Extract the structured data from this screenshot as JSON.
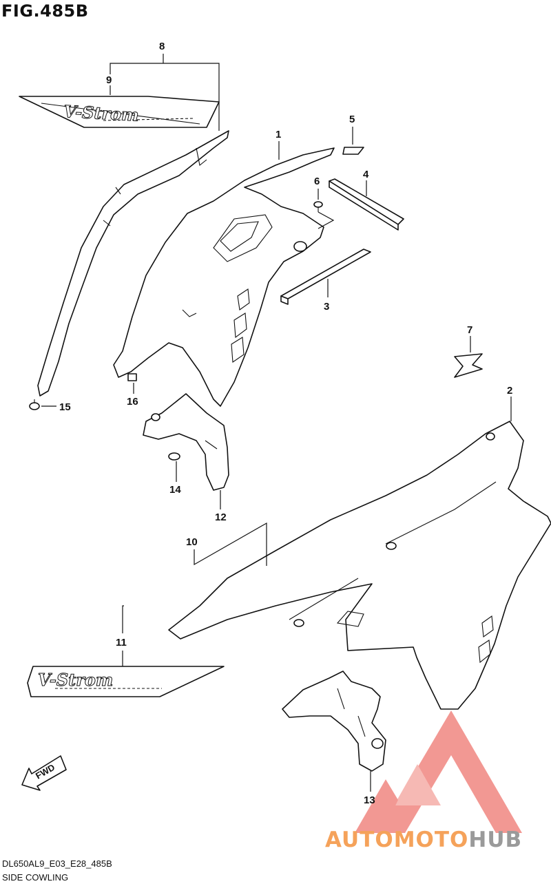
{
  "figure": {
    "title": "FIG.485B"
  },
  "callouts": [
    "1",
    "2",
    "3",
    "4",
    "5",
    "6",
    "7",
    "8",
    "9",
    "10",
    "11",
    "12",
    "13",
    "14",
    "15",
    "16"
  ],
  "decal_text": {
    "top_emblem": "V-Strom",
    "bottom_emblem": "V-Strom"
  },
  "fwd_arrow": {
    "label": "FWD"
  },
  "footer": {
    "code": "DL650AL9_E03_E28_485B",
    "name": "SIDE COWLING"
  },
  "watermark": {
    "part1": "AUTOMOTO",
    "part2": "HUB",
    "color1": "#f5a25a",
    "color2": "#9a9a9a",
    "logo_color": "#e8453c"
  }
}
